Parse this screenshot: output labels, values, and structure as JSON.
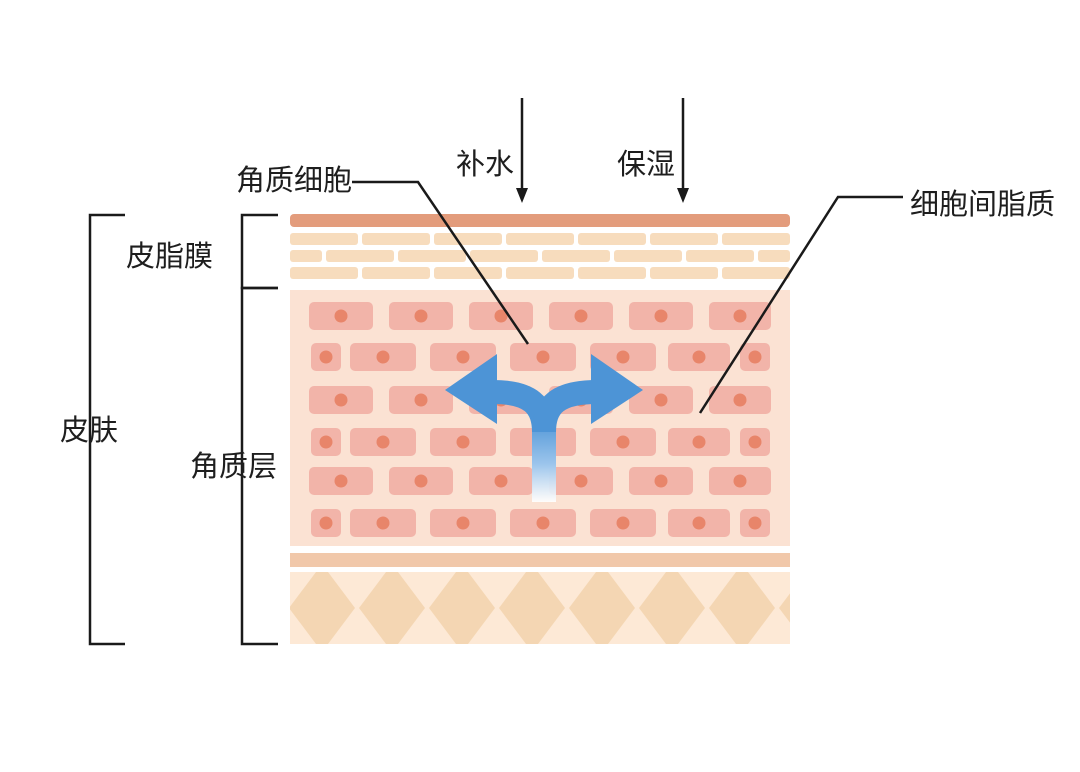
{
  "labels": {
    "skin": "皮肤",
    "sebum_film": "皮脂膜",
    "stratum_corneum": "角质层",
    "keratinocyte": "角质细胞",
    "hydrate": "补水",
    "moisturize": "保湿",
    "intercellular_lipid": "细胞间脂质"
  },
  "colors": {
    "top_band": "#e39c7c",
    "sebum_bricks": "#f7dcbd",
    "corneum_bg": "#fbe2d3",
    "cell": "#f2b4a9",
    "nucleus": "#e8856a",
    "separator": "#f1c8aa",
    "lattice_fill": "#f4d6b3",
    "arrow": "#4d94d6",
    "line": "#1a1a1a"
  },
  "icons": [
    "down-arrow-icon",
    "split-arrow-icon"
  ]
}
